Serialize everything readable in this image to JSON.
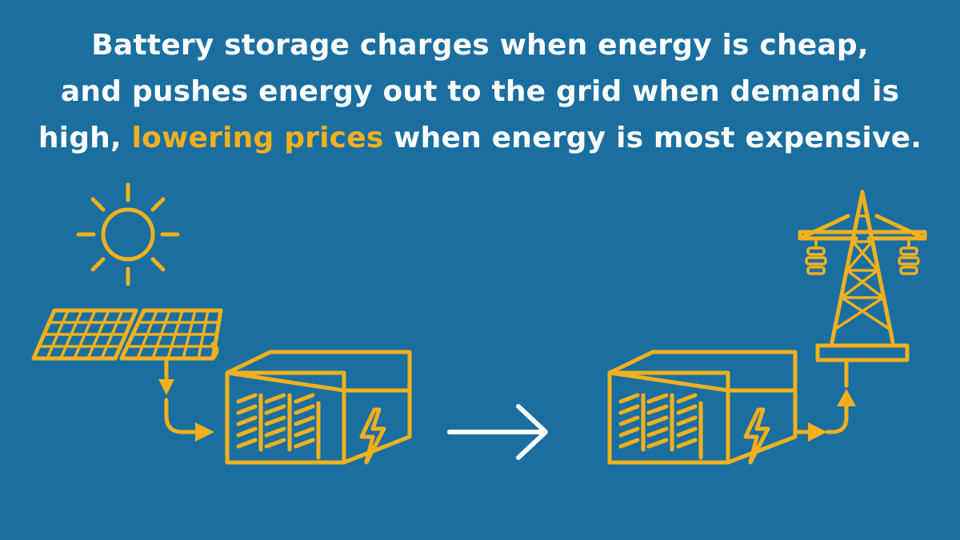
{
  "headline": {
    "line1": "Battery storage charges when energy is cheap,",
    "line2": "and pushes energy out to the grid when demand is",
    "line3_before": "high, ",
    "line3_highlight": "lowering prices",
    "line3_after": " when energy is most expensive."
  },
  "colors": {
    "background": "#1a6fa0",
    "accent": "#f2b01e",
    "text": "#ffffff"
  },
  "icons": [
    "sun-icon",
    "solar-panel-icon",
    "battery-icon",
    "arrow-right-icon",
    "transmission-tower-icon"
  ]
}
